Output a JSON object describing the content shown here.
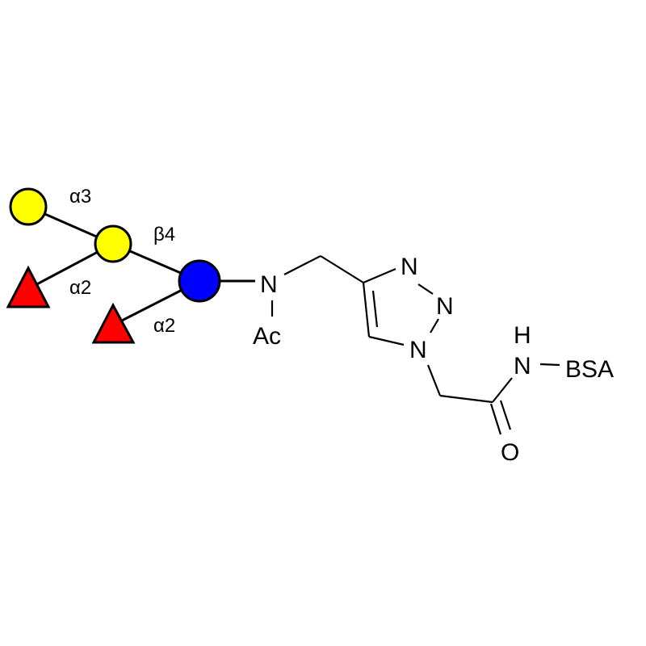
{
  "diagram": {
    "title_hidden": null,
    "linkages": {
      "gal_terminal": "α3",
      "gal_to_glc": "β4",
      "fuc_to_gal": "α2",
      "fuc_to_glc": "α2"
    },
    "atoms": {
      "amide_n": "N",
      "acetyl": "Ac",
      "triazole_n3": "N",
      "triazole_n2": "N",
      "triazole_n1": "N",
      "amide_h": "H",
      "amide_nh": "N",
      "carrier": "BSA",
      "carbonyl_o": "O"
    },
    "colors": {
      "galactose": "#ffff00",
      "glucose": "#0000ff",
      "fucose": "#ff0000"
    }
  }
}
